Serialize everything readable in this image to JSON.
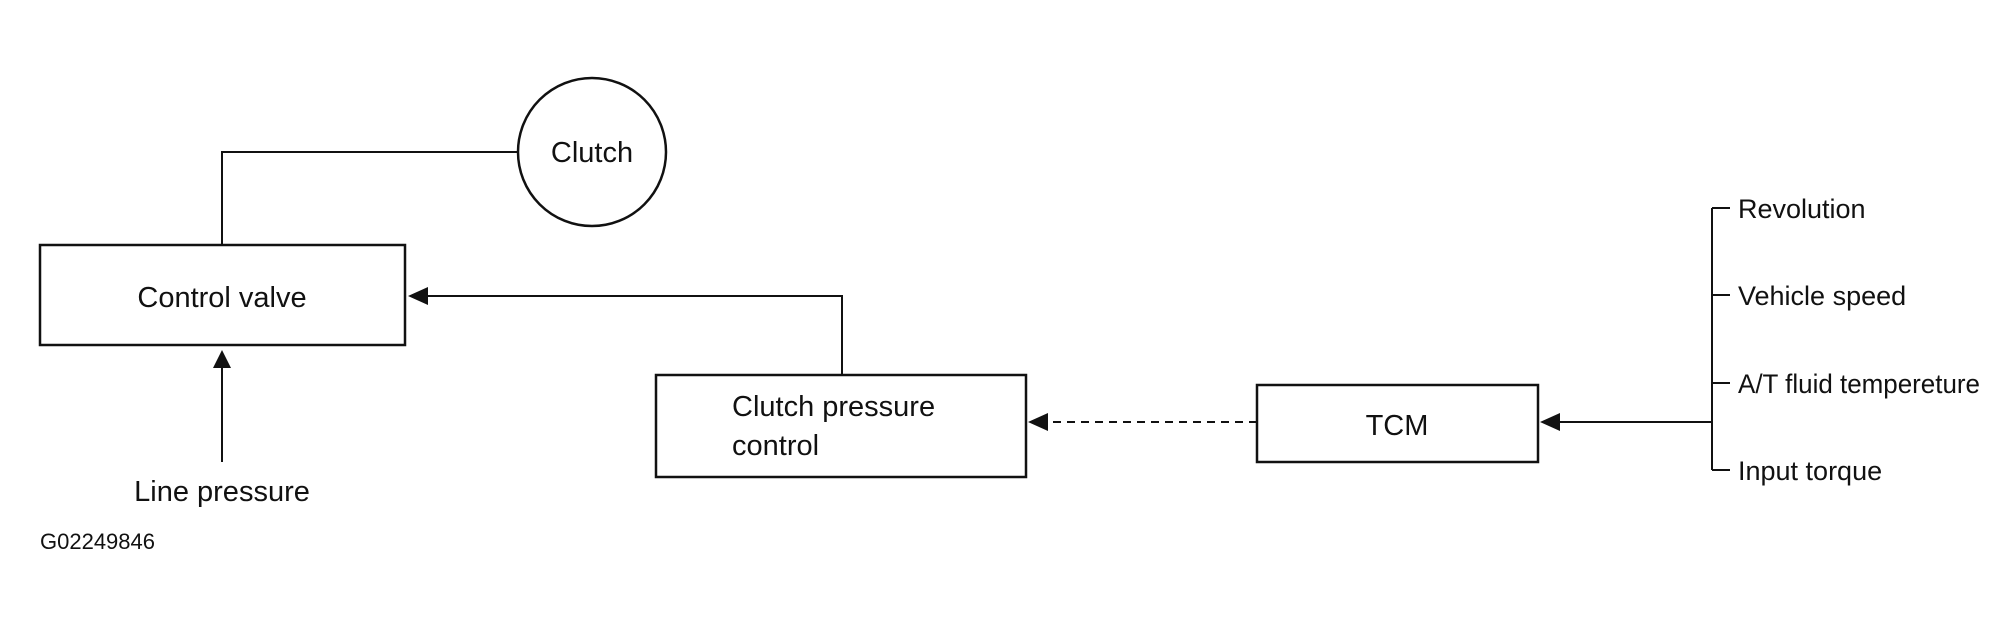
{
  "nodes": {
    "clutch": "Clutch",
    "control_valve": "Control valve",
    "clutch_pressure_control": [
      "Clutch pressure",
      "control"
    ],
    "tcm": "TCM"
  },
  "line_pressure": "Line pressure",
  "inputs": [
    "Revolution",
    "Vehicle speed",
    "A/T fluid tempereture",
    "Input torque"
  ],
  "figure_id": "G02249846"
}
